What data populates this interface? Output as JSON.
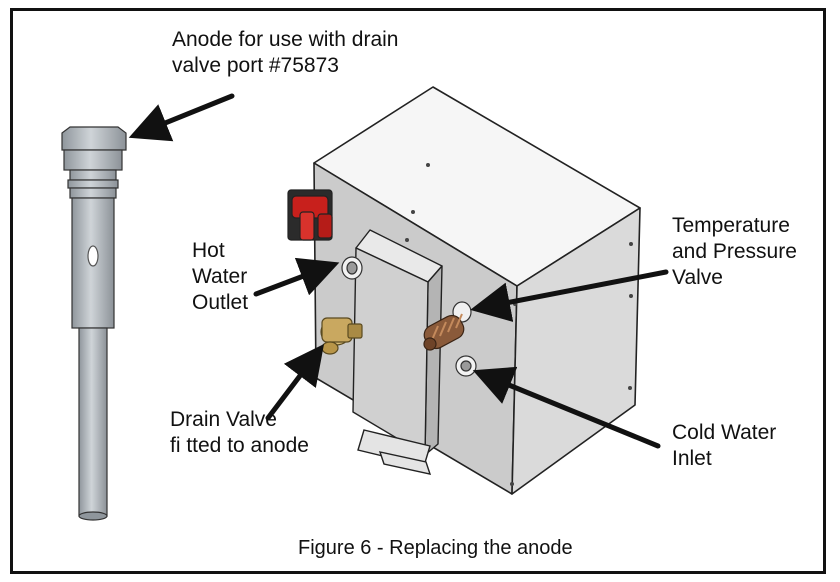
{
  "labels": {
    "anode": [
      "Anode for use with drain",
      "valve port #75873"
    ],
    "hot_water": [
      "Hot",
      "Water",
      "Outlet"
    ],
    "drain_valve": [
      "Drain Valve",
      "fi tted to anode"
    ],
    "temp_pressure": [
      "Temperature",
      "and Pressure",
      "Valve"
    ],
    "cold_water": [
      "Cold Water",
      "Inlet"
    ]
  },
  "caption": "Figure 6 - Replacing the anode",
  "colors": {
    "outline": "#111111",
    "anode_grey": "#b9bfc4",
    "tank_side": "#d4d4d4",
    "tank_front": "#c8c8c8",
    "tank_top": "#f6f6f6",
    "relief_valve": "#c8201c",
    "brass": "#c9a860",
    "copper": "#8a5a3a"
  }
}
